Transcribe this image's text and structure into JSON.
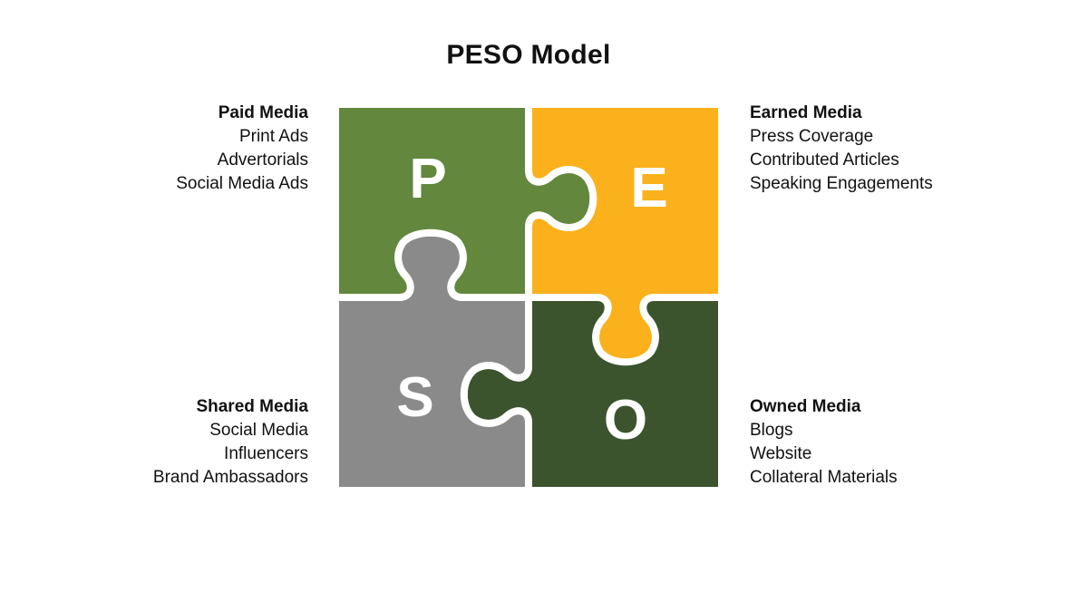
{
  "title": "PESO Model",
  "quadrants": {
    "paid": {
      "letter": "P",
      "heading": "Paid Media",
      "items": [
        "Print Ads",
        "Advertorials",
        "Social Media Ads"
      ],
      "color": "#62873d"
    },
    "earned": {
      "letter": "E",
      "heading": "Earned Media",
      "items": [
        "Press Coverage",
        "Contributed Articles",
        "Speaking Engagements"
      ],
      "color": "#fbb11b"
    },
    "shared": {
      "letter": "S",
      "heading": "Shared Media",
      "items": [
        "Social Media",
        "Influencers",
        "Brand Ambassadors"
      ],
      "color": "#8a8a8a"
    },
    "owned": {
      "letter": "O",
      "heading": "Owned Media",
      "items": [
        "Blogs",
        "Website",
        "Collateral Materials"
      ],
      "color": "#3c542e"
    }
  }
}
